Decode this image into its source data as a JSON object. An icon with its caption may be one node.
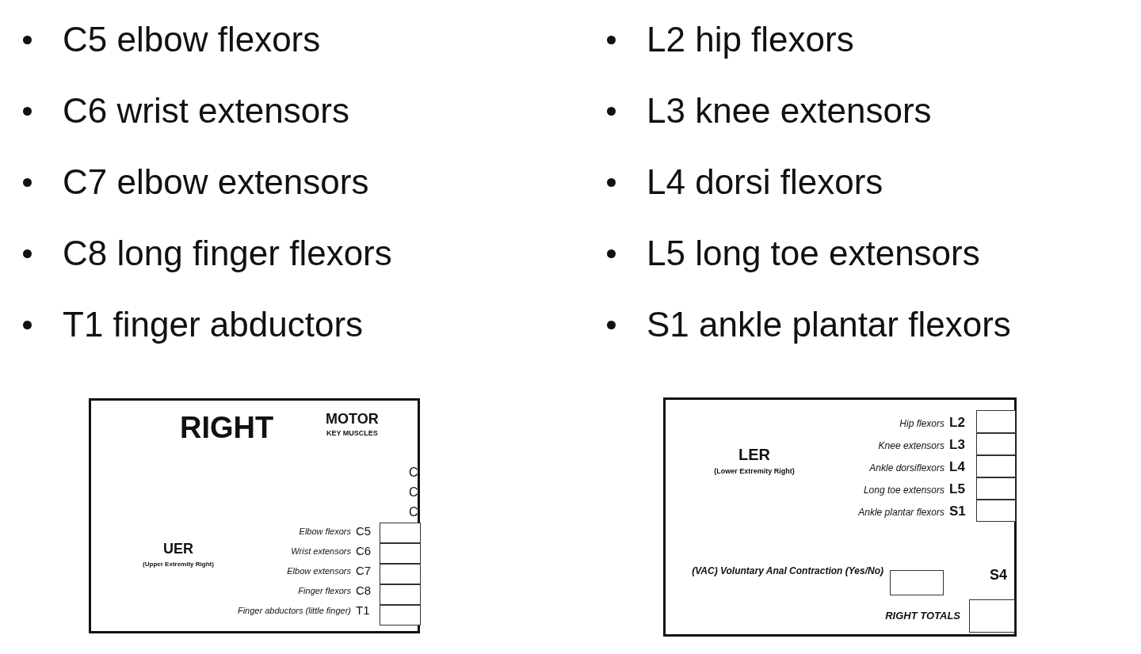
{
  "diagram": {
    "nodes": [
      {
        "text": [
          "RIGHT",
          "MOTOR",
          "KEY MUSCLES",
          "C",
          "C",
          "C",
          "UER",
          "(Upper Extremity Right)",
          "Elbow flexors",
          "C5",
          "Wrist extensors",
          "C6",
          "Elbow extensors",
          "C7",
          "Finger flexors",
          "C8",
          "Finger abductors (little finger)",
          "T1"
        ]
      },
      {
        "text": [
          "LER",
          "(Lower Extremity Right)",
          "Hip flexors",
          "L2",
          "Knee extensors",
          "L3",
          "Ankle dorsiflexors",
          "L4",
          "Long toe extensors",
          "L5",
          "Ankle plantar flexors",
          "S1",
          "(VAC) Voluntary Anal Contraction (Yes/No)",
          "S4",
          "RIGHT TOTALS"
        ]
      }
    ],
    "edges": [],
    "labels": [
      "C5 elbow flexors",
      "C6 wrist extensors",
      "C7 elbow extensors",
      "C8 long finger flexors",
      "T1 finger abductors",
      "L2 hip flexors",
      "L3 knee extensors",
      "L4 dorsi flexors",
      "L5 long toe extensors",
      "S1 ankle plantar flexors"
    ]
  }
}
